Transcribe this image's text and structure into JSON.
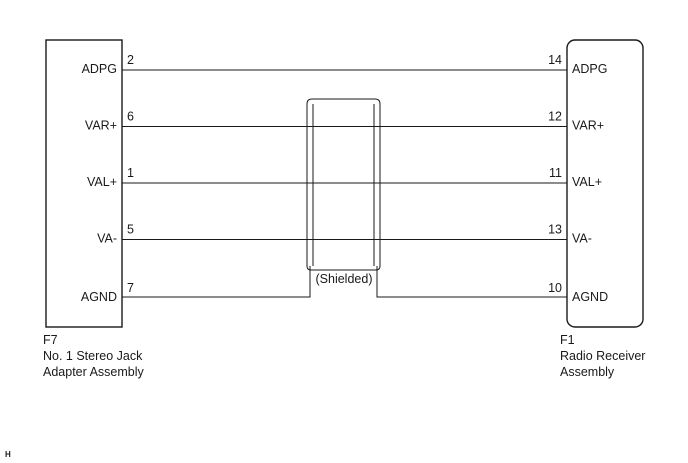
{
  "left_connector": {
    "code": "F7",
    "name_line1": "No. 1 Stereo Jack",
    "name_line2": "Adapter Assembly"
  },
  "right_connector": {
    "code": "F1",
    "name_line1": "Radio Receiver",
    "name_line2": "Assembly"
  },
  "wires": [
    {
      "left_signal": "ADPG",
      "left_pin": "2",
      "right_pin": "14",
      "right_signal": "ADPG",
      "shielded": false
    },
    {
      "left_signal": "VAR+",
      "left_pin": "6",
      "right_pin": "12",
      "right_signal": "VAR+",
      "shielded": true
    },
    {
      "left_signal": "VAL+",
      "left_pin": "1",
      "right_pin": "11",
      "right_signal": "VAL+",
      "shielded": true
    },
    {
      "left_signal": "VA-",
      "left_pin": "5",
      "right_pin": "13",
      "right_signal": "VA-",
      "shielded": true
    },
    {
      "left_signal": "AGND",
      "left_pin": "7",
      "right_pin": "10",
      "right_signal": "AGND",
      "shielded": false
    }
  ],
  "shield_label": "(Shielded)",
  "footer_mark": "H"
}
